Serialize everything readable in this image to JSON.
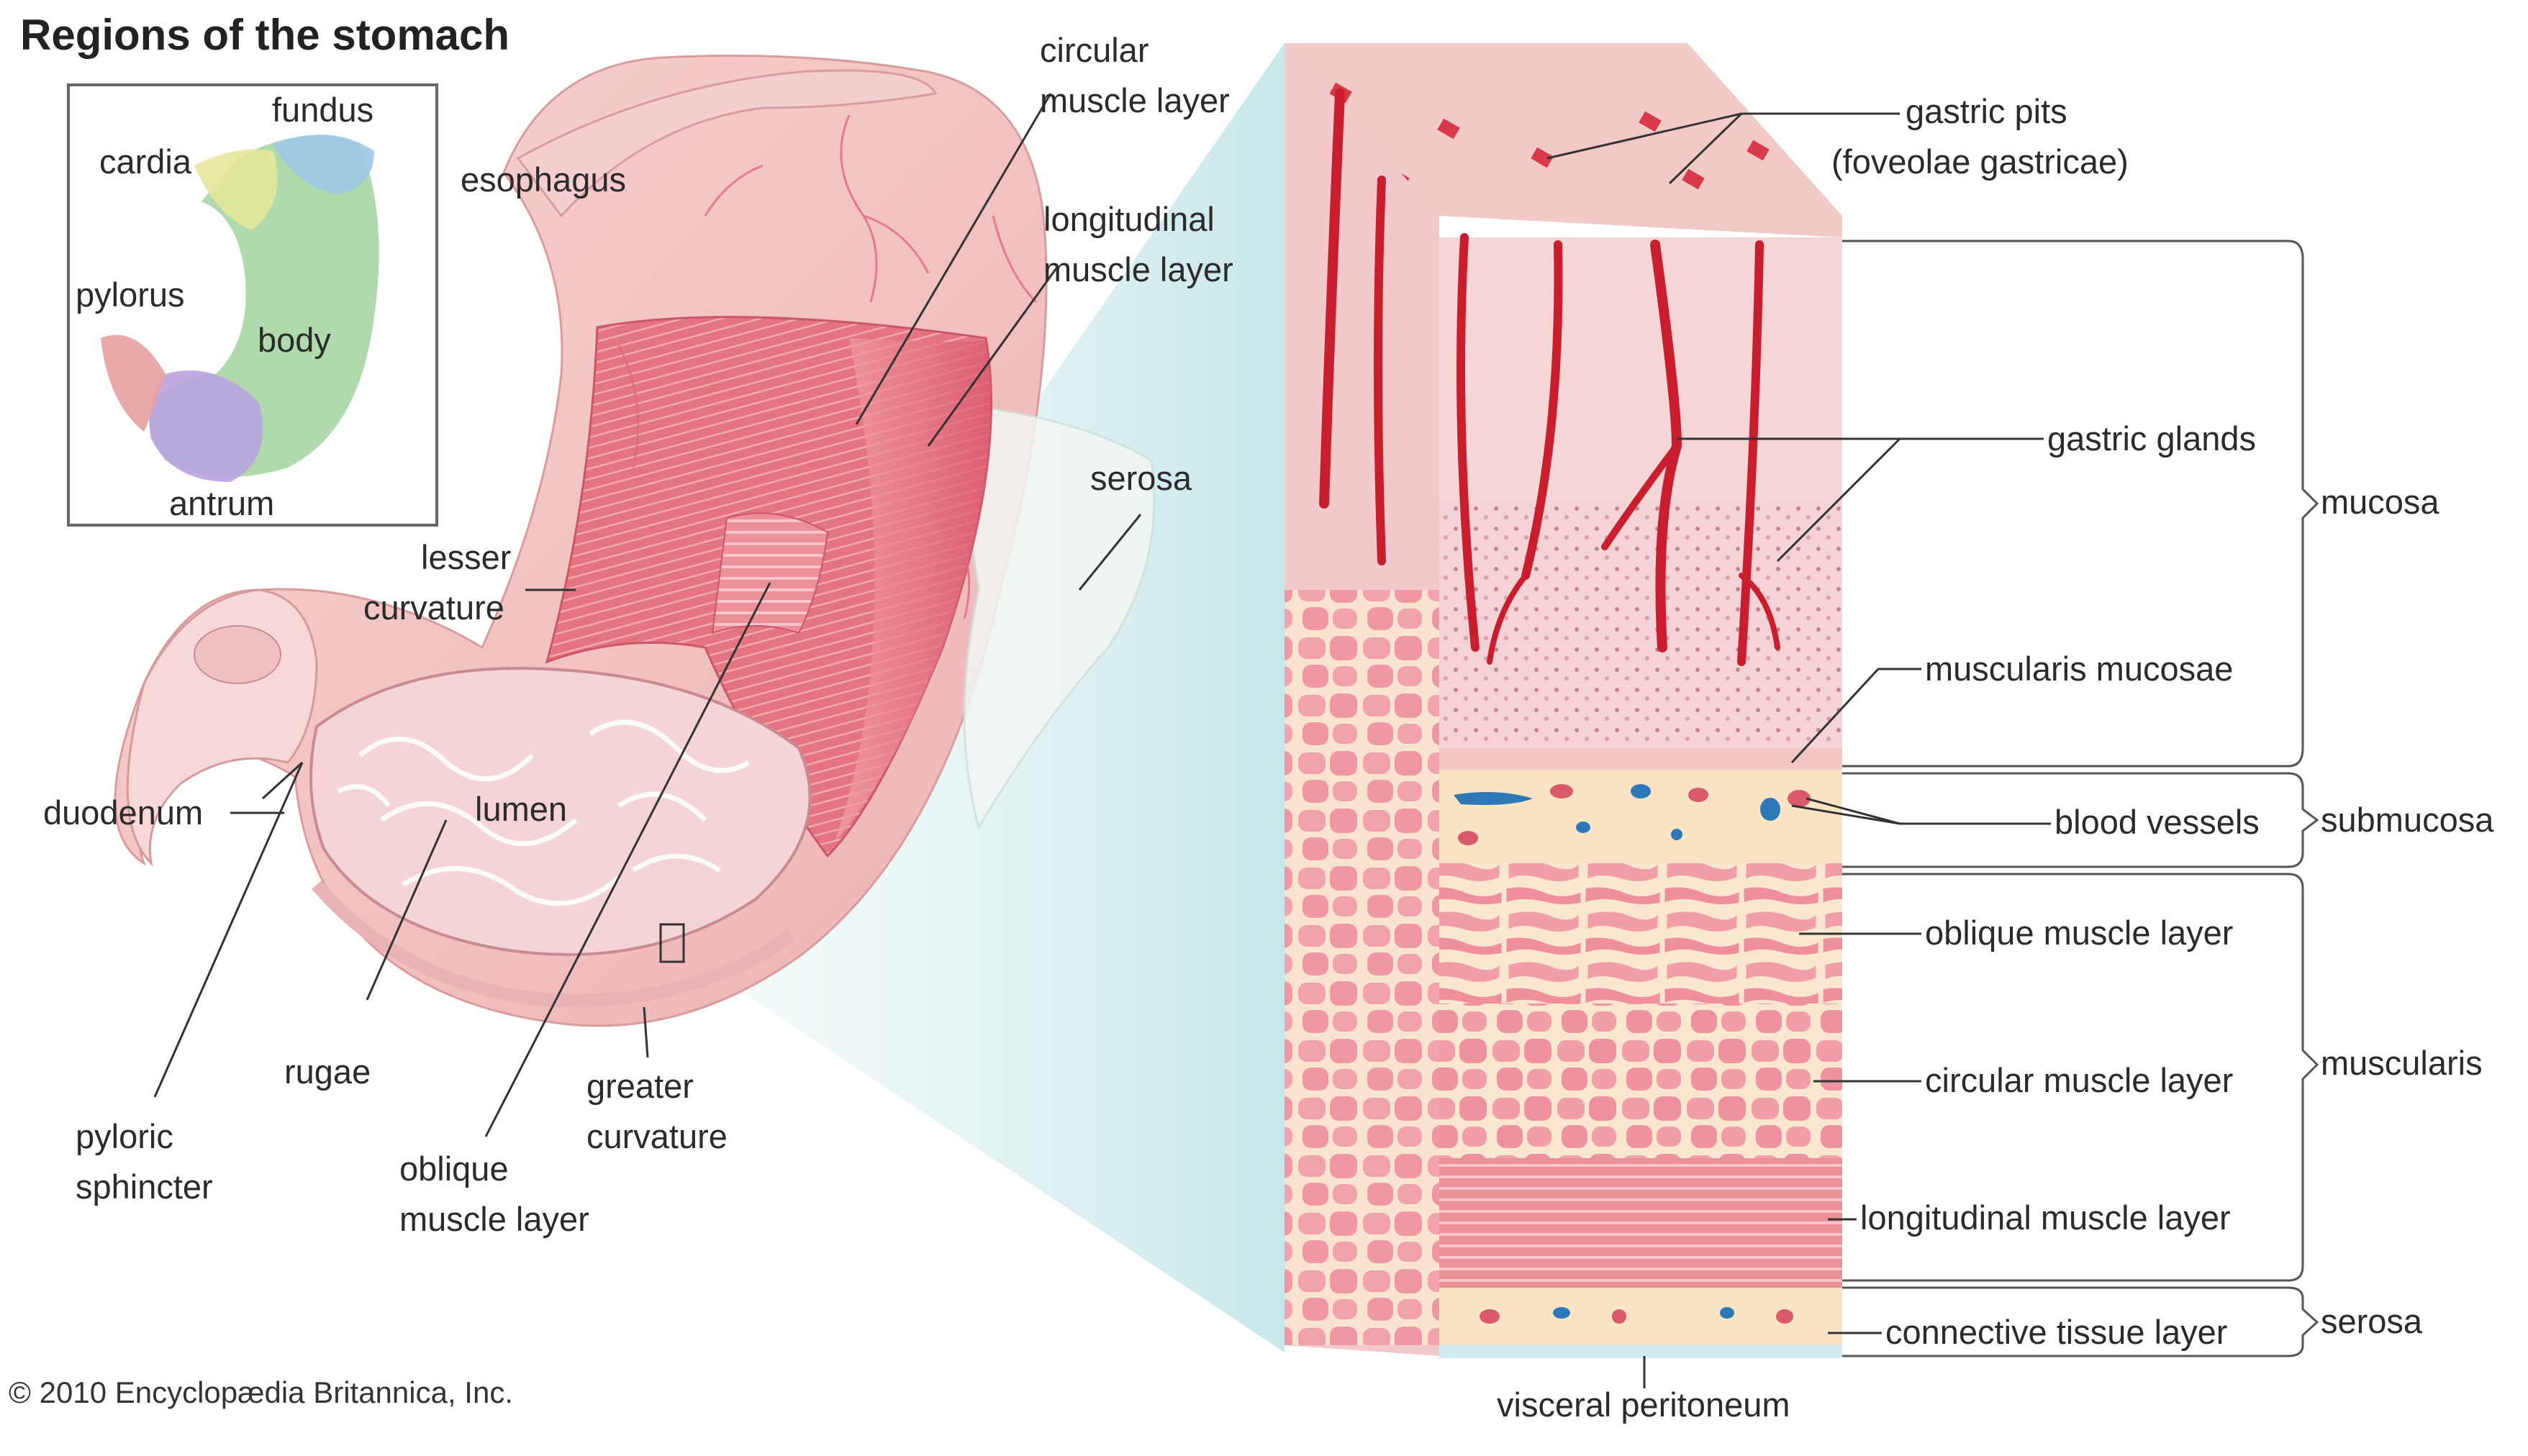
{
  "title": "Regions of the stomach",
  "copyright": "© 2010 Encyclopædia Britannica, Inc.",
  "inset": {
    "labels": [
      "fundus",
      "cardia",
      "pylorus",
      "body",
      "antrum"
    ]
  },
  "stomach_labels": {
    "esophagus": "esophagus",
    "circular_muscle": [
      "circular",
      "muscle layer"
    ],
    "longitudinal_muscle": [
      "longitudinal",
      "muscle layer"
    ],
    "serosa": "serosa",
    "lesser_curvature": [
      "lesser",
      "curvature"
    ],
    "duodenum": "duodenum",
    "lumen": "lumen",
    "rugae": "rugae",
    "pyloric_sphincter": [
      "pyloric",
      "sphincter"
    ],
    "oblique_muscle": [
      "oblique",
      "muscle layer"
    ],
    "greater_curvature": [
      "greater",
      "curvature"
    ]
  },
  "wall_labels": {
    "gastric_pits": [
      "gastric pits",
      "(foveolae gastricae)"
    ],
    "gastric_glands": "gastric glands",
    "muscularis_mucosae": "muscularis mucosae",
    "blood_vessels": "blood vessels",
    "oblique_muscle_layer": "oblique muscle layer",
    "circular_muscle_layer": "circular muscle layer",
    "longitudinal_muscle_layer": "longitudinal muscle layer",
    "connective_tissue_layer": "connective tissue layer",
    "visceral_peritoneum": "visceral peritoneum"
  },
  "layer_groups": [
    "mucosa",
    "submucosa",
    "muscularis",
    "serosa"
  ],
  "colors": {
    "stomach_outer": "#f2c4c4",
    "muscle": "#e0707a",
    "lumen": "#f6d6d8",
    "mucosa": "#f6cdd0",
    "gland": "#c81e2e",
    "submucosa": "#fbe4c4",
    "muscle_fiber": "#f19aa6",
    "vessel_blue": "#2d78b8",
    "zoom_cone": "#c8e8ea"
  }
}
